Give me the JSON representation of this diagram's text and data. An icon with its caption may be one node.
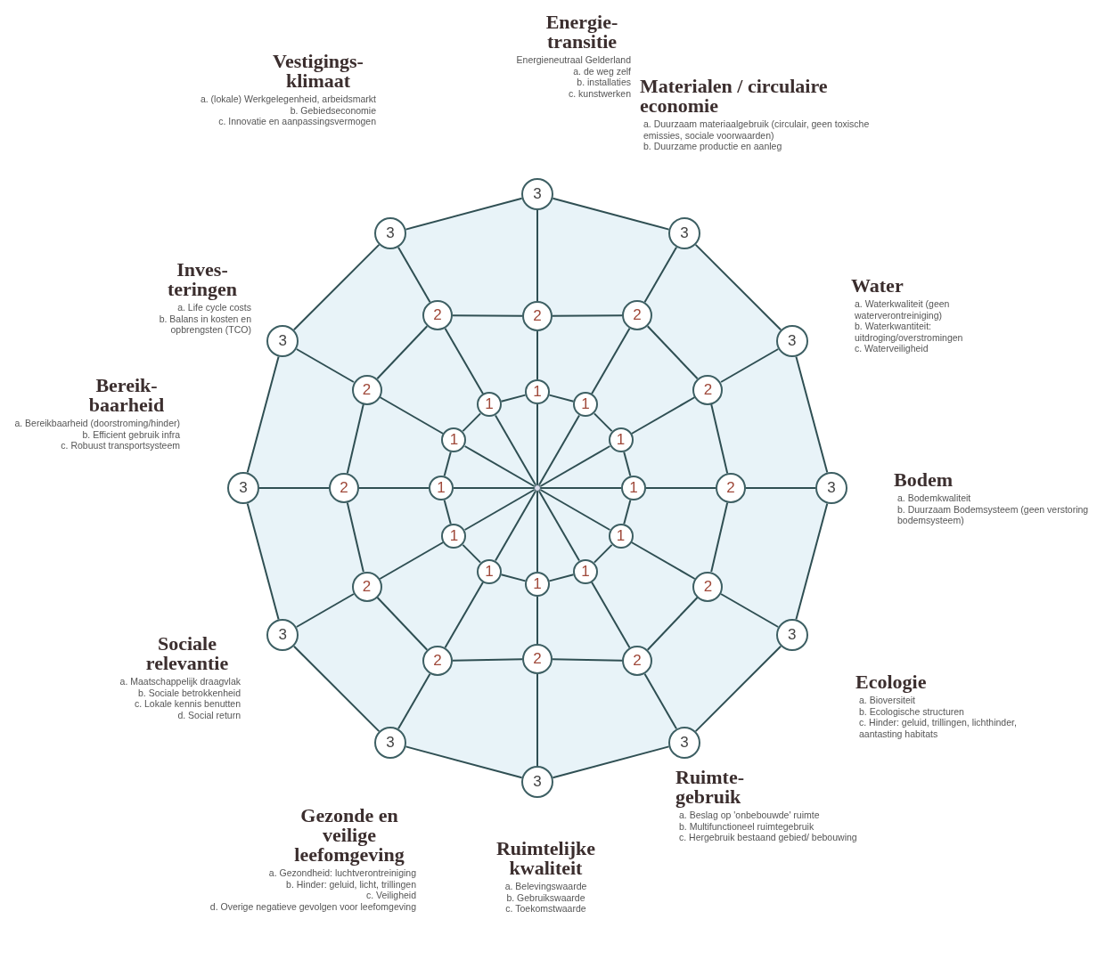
{
  "diagram": {
    "nodes": [
      {
        "text": [],
        "shape": "circle"
      },
      {
        "text": [
          "1"
        ]
      },
      {
        "text": [
          "2"
        ]
      },
      {
        "text": [
          "3"
        ]
      },
      {
        "text": [
          "1"
        ]
      },
      {
        "text": [
          "2"
        ]
      },
      {
        "text": [
          "3"
        ]
      },
      {
        "text": [
          "1"
        ]
      },
      {
        "text": [
          "2"
        ]
      },
      {
        "text": [
          "3"
        ]
      },
      {
        "text": [
          "1"
        ]
      },
      {
        "text": [
          "2"
        ]
      },
      {
        "text": [
          "3"
        ]
      },
      {
        "text": [
          "1"
        ]
      },
      {
        "text": [
          "2"
        ]
      },
      {
        "text": [
          "3"
        ]
      },
      {
        "text": [
          "1"
        ]
      },
      {
        "text": [
          "2"
        ]
      },
      {
        "text": [
          "3"
        ]
      },
      {
        "text": [
          "1"
        ]
      },
      {
        "text": [
          "2"
        ]
      },
      {
        "text": [
          "3"
        ]
      },
      {
        "text": [
          "1"
        ]
      },
      {
        "text": [
          "2"
        ]
      },
      {
        "text": [
          "3"
        ]
      },
      {
        "text": [
          "1"
        ]
      },
      {
        "text": [
          "2"
        ]
      },
      {
        "text": [
          "3"
        ]
      },
      {
        "text": [
          "1"
        ]
      },
      {
        "text": [
          "2"
        ]
      },
      {
        "text": [
          "3"
        ]
      },
      {
        "text": [
          "1"
        ]
      },
      {
        "text": [
          "2"
        ]
      },
      {
        "text": [
          "3"
        ]
      },
      {
        "text": [
          "1"
        ]
      },
      {
        "text": [
          "2"
        ]
      },
      {
        "text": [
          "3"
        ]
      }
    ],
    "edges": [
      {
        "from": 0,
        "to": 1,
        "arrow": "none"
      },
      {
        "from": 1,
        "to": 2,
        "arrow": "none"
      },
      {
        "from": 2,
        "to": 3,
        "arrow": "none"
      },
      {
        "from": 0,
        "to": 4,
        "arrow": "none"
      },
      {
        "from": 4,
        "to": 5,
        "arrow": "none"
      },
      {
        "from": 5,
        "to": 6,
        "arrow": "none"
      },
      {
        "from": 0,
        "to": 7,
        "arrow": "none"
      },
      {
        "from": 7,
        "to": 8,
        "arrow": "none"
      },
      {
        "from": 8,
        "to": 9,
        "arrow": "none"
      },
      {
        "from": 0,
        "to": 10,
        "arrow": "none"
      },
      {
        "from": 10,
        "to": 11,
        "arrow": "none"
      },
      {
        "from": 11,
        "to": 12,
        "arrow": "none"
      },
      {
        "from": 0,
        "to": 13,
        "arrow": "none"
      },
      {
        "from": 13,
        "to": 14,
        "arrow": "none"
      },
      {
        "from": 14,
        "to": 15,
        "arrow": "none"
      },
      {
        "from": 0,
        "to": 16,
        "arrow": "none"
      },
      {
        "from": 16,
        "to": 17,
        "arrow": "none"
      },
      {
        "from": 17,
        "to": 18,
        "arrow": "none"
      },
      {
        "from": 0,
        "to": 19,
        "arrow": "none"
      },
      {
        "from": 19,
        "to": 20,
        "arrow": "none"
      },
      {
        "from": 20,
        "to": 21,
        "arrow": "none"
      },
      {
        "from": 0,
        "to": 22,
        "arrow": "none"
      },
      {
        "from": 22,
        "to": 23,
        "arrow": "none"
      },
      {
        "from": 23,
        "to": 24,
        "arrow": "none"
      },
      {
        "from": 0,
        "to": 25,
        "arrow": "none"
      },
      {
        "from": 25,
        "to": 26,
        "arrow": "none"
      },
      {
        "from": 26,
        "to": 27,
        "arrow": "none"
      },
      {
        "from": 0,
        "to": 28,
        "arrow": "none"
      },
      {
        "from": 28,
        "to": 29,
        "arrow": "none"
      },
      {
        "from": 29,
        "to": 30,
        "arrow": "none"
      },
      {
        "from": 0,
        "to": 31,
        "arrow": "none"
      },
      {
        "from": 31,
        "to": 32,
        "arrow": "none"
      },
      {
        "from": 32,
        "to": 33,
        "arrow": "none"
      },
      {
        "from": 0,
        "to": 34,
        "arrow": "none"
      },
      {
        "from": 34,
        "to": 35,
        "arrow": "none"
      },
      {
        "from": 35,
        "to": 36,
        "arrow": "none"
      },
      {
        "from": 1,
        "to": 4,
        "arrow": "none"
      },
      {
        "from": 4,
        "to": 7,
        "arrow": "none"
      },
      {
        "from": 7,
        "to": 10,
        "arrow": "none"
      },
      {
        "from": 10,
        "to": 13,
        "arrow": "none"
      },
      {
        "from": 13,
        "to": 16,
        "arrow": "none"
      },
      {
        "from": 16,
        "to": 19,
        "arrow": "none"
      },
      {
        "from": 19,
        "to": 22,
        "arrow": "none"
      },
      {
        "from": 22,
        "to": 25,
        "arrow": "none"
      },
      {
        "from": 25,
        "to": 28,
        "arrow": "none"
      },
      {
        "from": 28,
        "to": 31,
        "arrow": "none"
      },
      {
        "from": 31,
        "to": 34,
        "arrow": "none"
      },
      {
        "from": 34,
        "to": 1,
        "arrow": "none"
      },
      {
        "from": 2,
        "to": 5,
        "arrow": "none"
      },
      {
        "from": 5,
        "to": 8,
        "arrow": "none"
      },
      {
        "from": 8,
        "to": 11,
        "arrow": "none"
      },
      {
        "from": 11,
        "to": 14,
        "arrow": "none"
      },
      {
        "from": 14,
        "to": 17,
        "arrow": "none"
      },
      {
        "from": 17,
        "to": 20,
        "arrow": "none"
      },
      {
        "from": 20,
        "to": 23,
        "arrow": "none"
      },
      {
        "from": 23,
        "to": 26,
        "arrow": "none"
      },
      {
        "from": 26,
        "to": 29,
        "arrow": "none"
      },
      {
        "from": 29,
        "to": 32,
        "arrow": "none"
      },
      {
        "from": 32,
        "to": 35,
        "arrow": "none"
      },
      {
        "from": 35,
        "to": 2,
        "arrow": "none"
      },
      {
        "from": 3,
        "to": 6,
        "arrow": "none"
      },
      {
        "from": 6,
        "to": 9,
        "arrow": "none"
      },
      {
        "from": 9,
        "to": 12,
        "arrow": "none"
      },
      {
        "from": 12,
        "to": 15,
        "arrow": "none"
      },
      {
        "from": 15,
        "to": 18,
        "arrow": "none"
      },
      {
        "from": 18,
        "to": 21,
        "arrow": "none"
      },
      {
        "from": 21,
        "to": 24,
        "arrow": "none"
      },
      {
        "from": 24,
        "to": 27,
        "arrow": "none"
      },
      {
        "from": 27,
        "to": 30,
        "arrow": "none"
      },
      {
        "from": 30,
        "to": 33,
        "arrow": "none"
      },
      {
        "from": 33,
        "to": 36,
        "arrow": "none"
      },
      {
        "from": 36,
        "to": 3,
        "arrow": "none"
      }
    ],
    "labels": [
      "Energie-transitie",
      "Energieneutraal Gelderland",
      "a. de weg zelf",
      "b. installaties",
      "c. kunstwerken",
      "Vestigings-klimaat",
      "a. (lokale) Werkgelegenheid, arbeidsmarkt",
      "b. Gebiedseconomie",
      "c. Innovatie en aanpassingsvermogen",
      "Materialen / circulaire economie",
      "a. Duurzaam materiaalgebruik (circulair, geen toxische emissies, sociale voorwaarden)",
      "b. Duurzame productie en aanleg",
      "Inves-teringen",
      "a. Life cycle costs",
      "b. Balans in kosten en opbrengsten (TCO)",
      "Water",
      "a. Waterkwaliteit (geen waterverontreiniging)",
      "b. Waterkwantiteit: uitdroging/overstromingen",
      "c. Waterveiligheid",
      "Bereik-baarheid",
      "a. Bereikbaarheid (doorstroming/hinder)",
      "b. Efficient gebruik infra",
      "c. Robuust transportsysteem",
      "Bodem",
      "a. Bodemkwaliteit",
      "b. Duurzaam Bodemsysteem (geen verstoring bodemsysteem)",
      "Sociale relevantie",
      "a. Maatschappelijk draagvlak",
      "b. Sociale betrokkenheid",
      "c. Lokale kennis benutten",
      "d. Social return",
      "Ecologie",
      "a. Bioversiteit",
      "b. Ecologische structuren",
      "c. Hinder: geluid, trillingen, lichthinder, aantasting habitats",
      "Ruimte-gebruik",
      "a. Beslag op 'onbebouwde' ruimte",
      "b. Multifunctioneel ruimtegebruik",
      "c. Hergebruik bestaand gebied/ bebouwing",
      "Gezonde en veilige leefomgeving",
      "a. Gezondheid: luchtverontreiniging",
      "b. Hinder: geluid, licht, trillingen",
      "c. Veiligheid",
      "d. Overige negatieve gevolgen voor leefomgeving",
      "Ruimtelijke kwaliteit",
      "a. Belevingswaarde",
      "b. Gebruikswaarde",
      "c. Toekomstwaarde"
    ]
  }
}
